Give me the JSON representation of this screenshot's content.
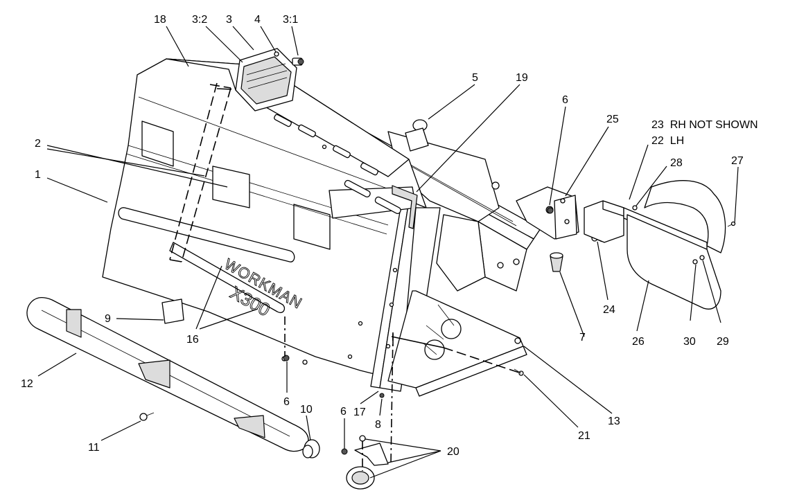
{
  "diagram": {
    "callouts": [
      "18",
      "3:2",
      "3",
      "4",
      "3:1",
      "5",
      "19",
      "6",
      "25",
      "2",
      "1",
      "9",
      "16",
      "12",
      "11",
      "6",
      "10",
      "6",
      "17",
      "8",
      "20",
      "21",
      "13",
      "24",
      "7",
      "26",
      "30",
      "29",
      "28",
      "27"
    ],
    "notes": {
      "rh": "23  RH NOT SHOWN",
      "lh": "22  LH"
    },
    "brand_lettering": [
      "WORKMAN",
      "X300"
    ]
  }
}
